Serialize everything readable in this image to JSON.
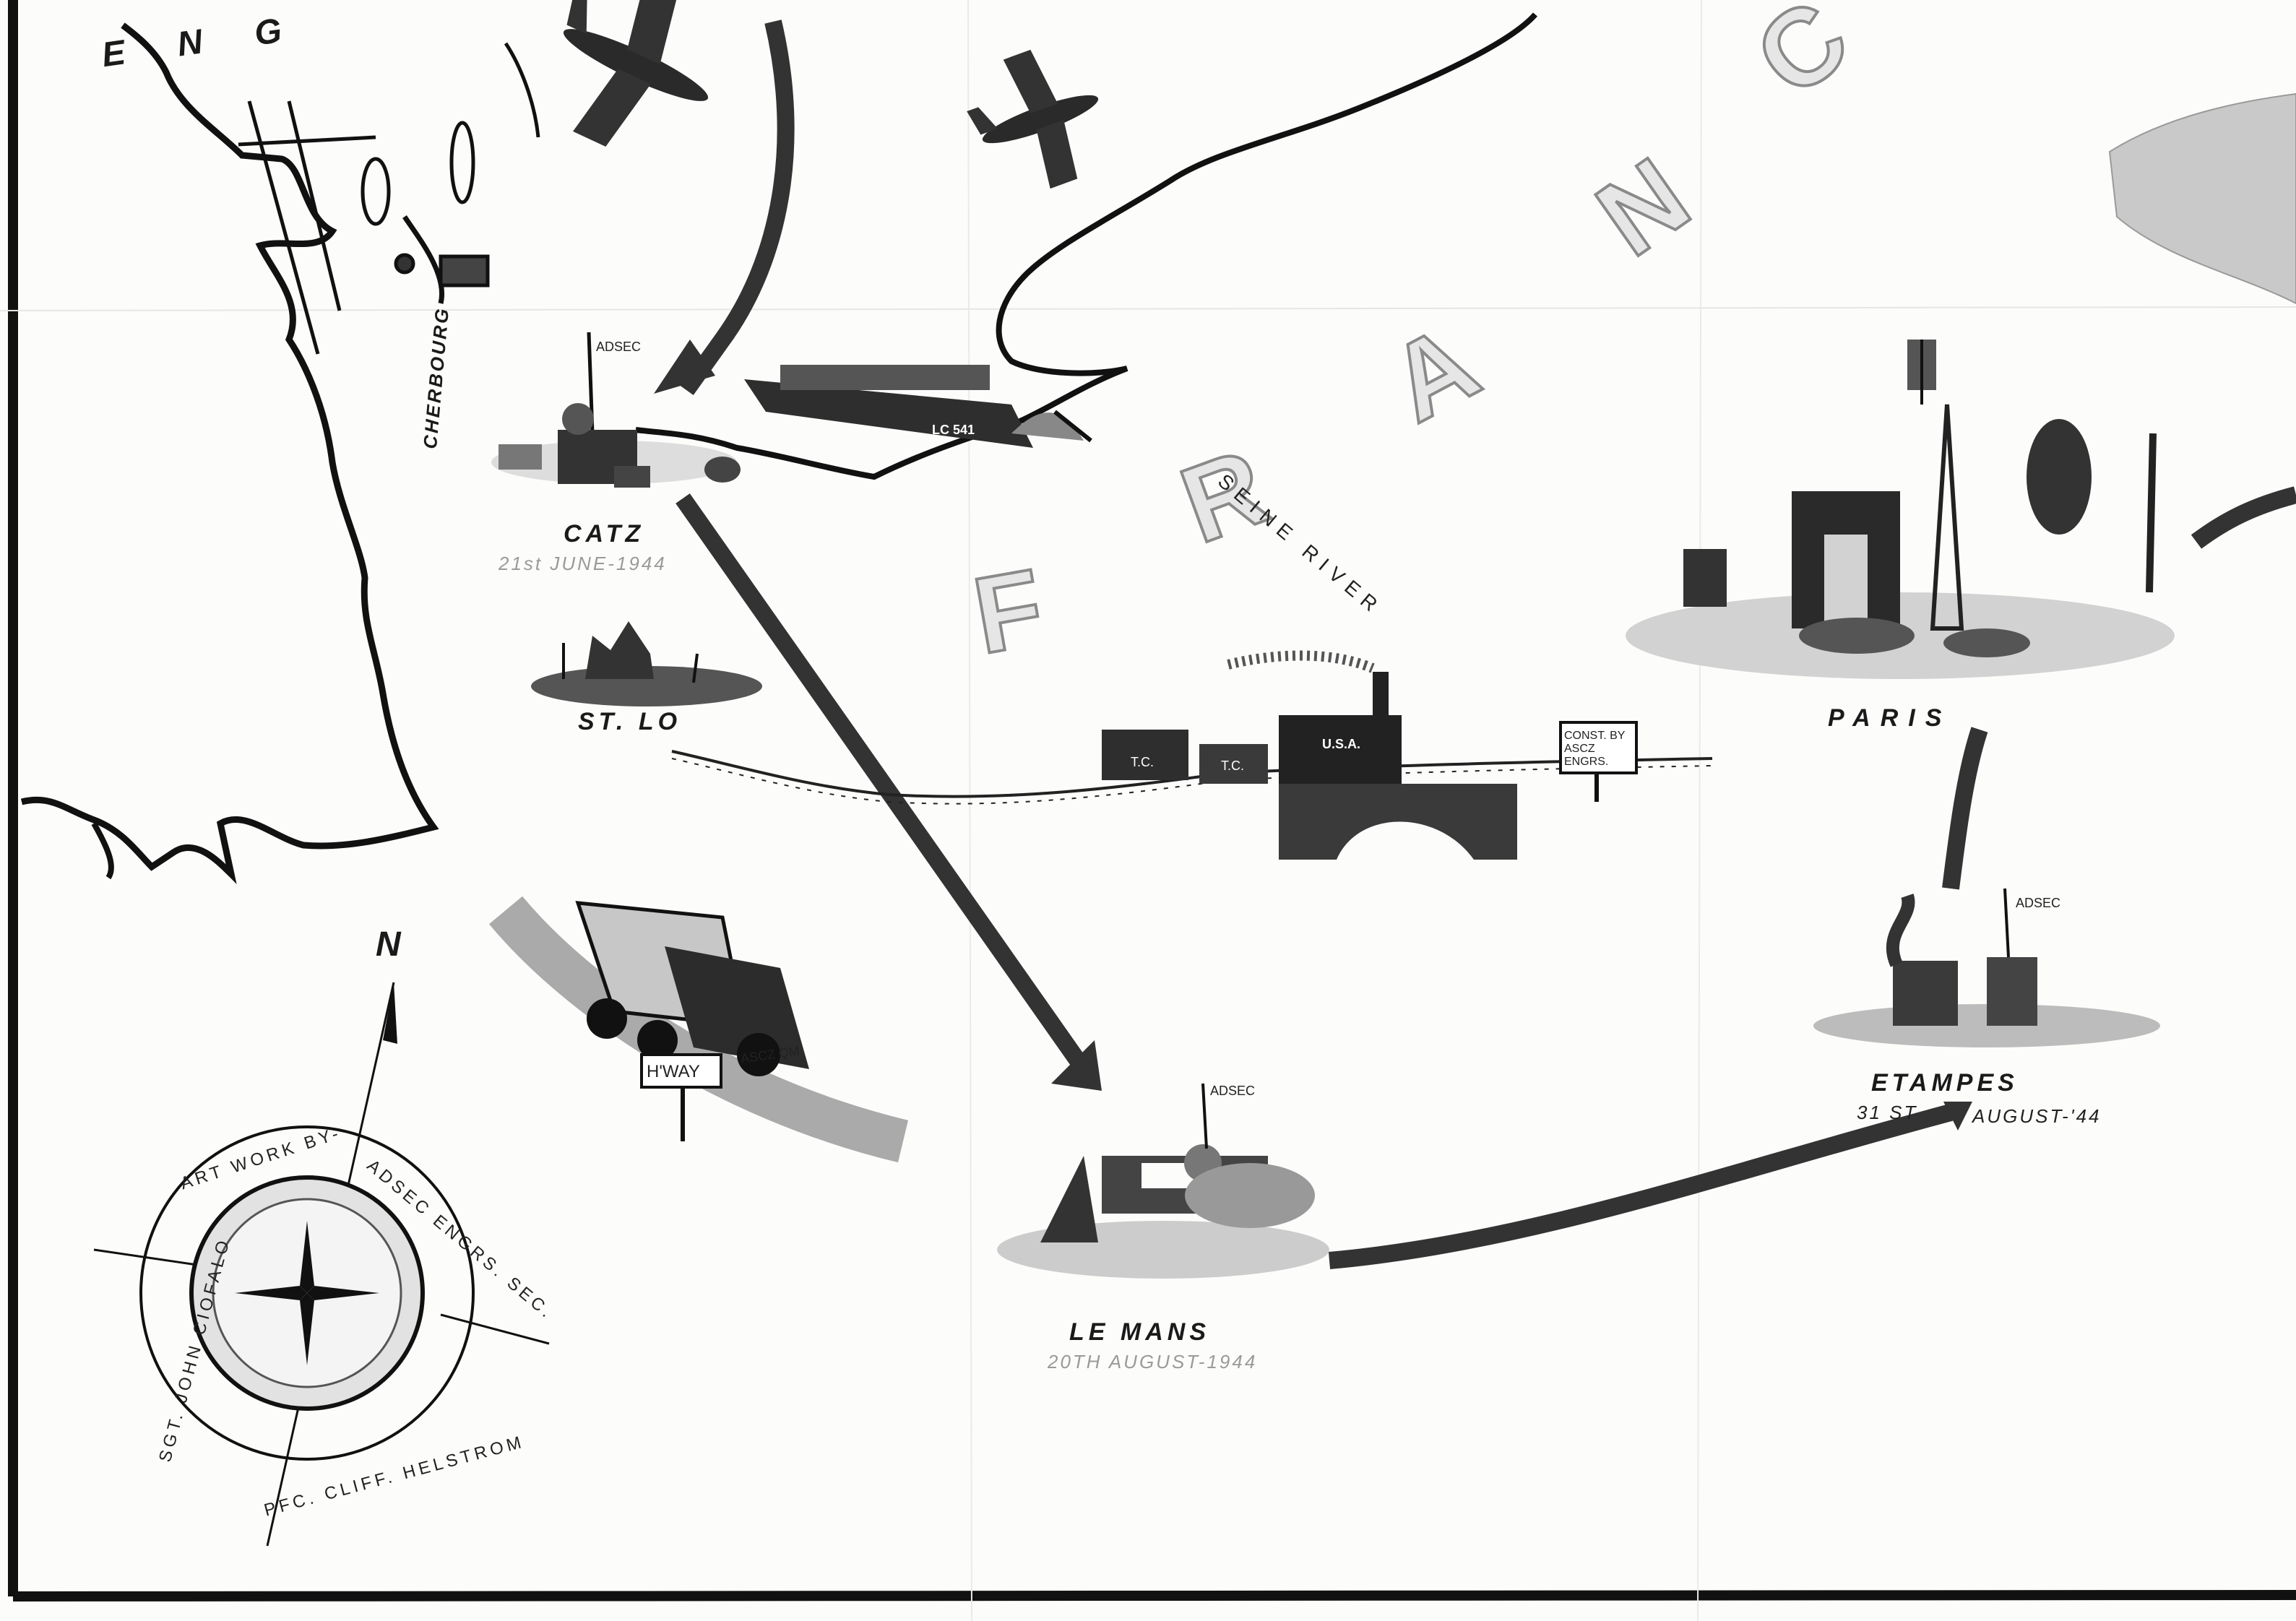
{
  "map": {
    "country_label_letters": [
      "F",
      "R",
      "A",
      "N",
      "C"
    ],
    "sea_label": "E N G",
    "river_label": "SEINE RIVER",
    "places": [
      {
        "id": "cherbourg",
        "name": "CHERBOURG",
        "date": ""
      },
      {
        "id": "catz",
        "name": "CATZ",
        "date": "21st JUNE-1944"
      },
      {
        "id": "st-lo",
        "name": "ST. LO",
        "date": ""
      },
      {
        "id": "le-mans",
        "name": "LE MANS",
        "date": "20TH AUGUST-1944"
      },
      {
        "id": "etampes",
        "name": "ETAMPES",
        "date_prefix": "31 ST",
        "date_suffix": "AUGUST-'44"
      },
      {
        "id": "paris",
        "name": "PARIS",
        "date": ""
      }
    ],
    "flags": {
      "catz": "ADSEC",
      "le_mans": "ADSEC",
      "etampes": "ADSEC"
    },
    "vehicle_labels": {
      "landing_craft": "LC 541",
      "train_cars": [
        "T.C.",
        "T.C.",
        "U.S.A."
      ],
      "truck_plate": "ASCZ QM",
      "road_sign": "H'WAY"
    },
    "bridge_sign": "CONST. BY ASCZ ENGRS.",
    "compass": {
      "north_mark": "N",
      "credit_top": "ART WORK BY-",
      "credit_right": "ADSEC ENGRS. SEC.",
      "credit_left": "SGT. JOHN CIOFALO",
      "credit_bottom": "PFC. CLIFF. HELSTROM"
    },
    "colors": {
      "ink": "#1a1a1a",
      "route": "#333333",
      "wash": "#bdbdbd",
      "paper": "#fcfcfb"
    }
  }
}
